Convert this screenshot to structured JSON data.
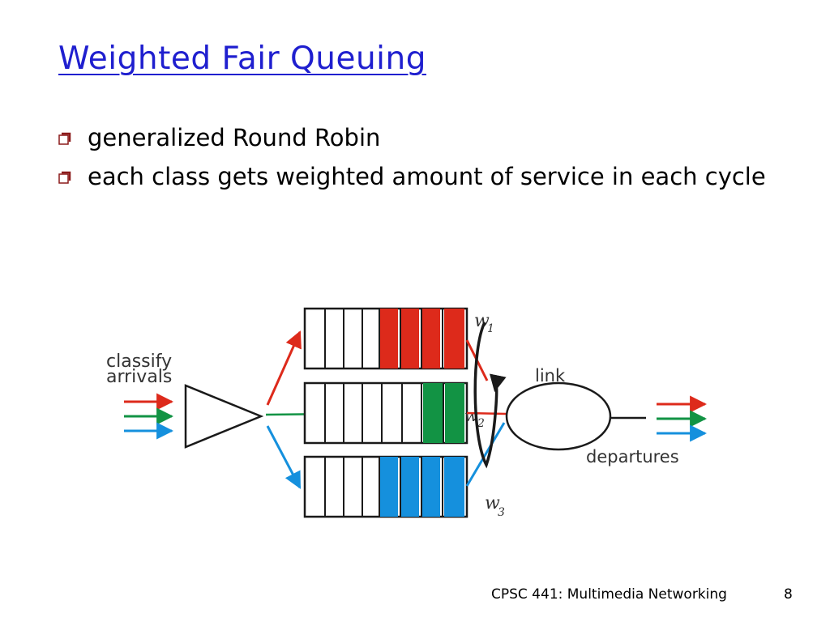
{
  "slide": {
    "title": "Weighted Fair Queuing",
    "bullets": [
      "generalized Round Robin",
      "each class gets weighted amount of service in each cycle"
    ]
  },
  "diagram": {
    "labels": {
      "classify_line1": "classify",
      "classify_line2": "arrivals",
      "link": "link",
      "departures": "departures",
      "w": "w",
      "w1_sub": "1",
      "w2_sub": "2",
      "w3_sub": "3"
    },
    "colors": {
      "red": "#dd2a1b",
      "green": "#129344",
      "blue": "#1590dd",
      "outline": "#1a1a1a",
      "title": "#1f1fcf"
    }
  },
  "footer": {
    "text": "CPSC 441: Multimedia Networking",
    "page": "8"
  }
}
